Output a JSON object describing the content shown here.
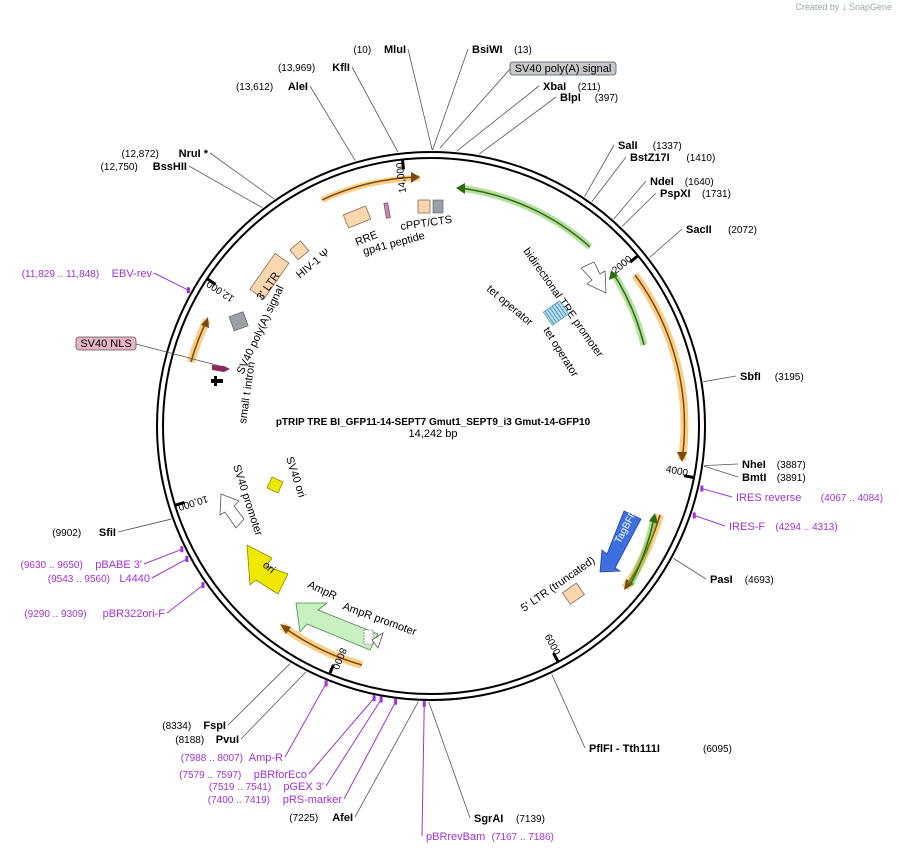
{
  "credit": {
    "prefix": "Created by",
    "brand": "SnapGene"
  },
  "map": {
    "name": "pTRIP TRE BI_GFP11-14-SEPT7 Gmut1_SEPT9_i3 Gmut-14-GFP10",
    "length_label": "14,242 bp",
    "total_bp": 14242,
    "tick_marks": [
      {
        "label": "2000",
        "pos": 2000
      },
      {
        "label": "4000",
        "pos": 4000
      },
      {
        "label": "6000",
        "pos": 6000
      },
      {
        "label": "8000",
        "pos": 8000
      },
      {
        "label": "10,000",
        "pos": 10000
      },
      {
        "label": "12,000",
        "pos": 12000
      },
      {
        "label": "14,000",
        "pos": 14000
      }
    ],
    "sites": [
      {
        "name": "MluI",
        "pos_label": "(10)",
        "pos": 10,
        "side": "left"
      },
      {
        "name": "BsiWI",
        "pos_label": "(13)",
        "pos": 13,
        "side": "right"
      },
      {
        "name": "XbaI",
        "pos_label": "(211)",
        "pos": 211,
        "side": "right"
      },
      {
        "name": "BlpI",
        "pos_label": "(397)",
        "pos": 397,
        "side": "right"
      },
      {
        "name": "SalI",
        "pos_label": "(1337)",
        "pos": 1337,
        "side": "right"
      },
      {
        "name": "BstZ17I",
        "pos_label": "(1410)",
        "pos": 1410,
        "side": "right"
      },
      {
        "name": "NdeI",
        "pos_label": "(1640)",
        "pos": 1640,
        "side": "right"
      },
      {
        "name": "PspXI",
        "pos_label": "(1731)",
        "pos": 1731,
        "side": "right"
      },
      {
        "name": "SacII",
        "pos_label": "(2072)",
        "pos": 2072,
        "side": "right"
      },
      {
        "name": "SbfI",
        "pos_label": "(3195)",
        "pos": 3195,
        "side": "right"
      },
      {
        "name": "NheI",
        "pos_label": "(3887)",
        "pos": 3887,
        "side": "right"
      },
      {
        "name": "BmtI",
        "pos_label": "(3891)",
        "pos": 3891,
        "side": "right"
      },
      {
        "name": "PasI",
        "pos_label": "(4693)",
        "pos": 4693,
        "side": "right"
      },
      {
        "name": "PflFI - Tth111I",
        "pos_label": "(6095)",
        "pos": 6095,
        "side": "right"
      },
      {
        "name": "SgrAI",
        "pos_label": "(7139)",
        "pos": 7139,
        "side": "right"
      },
      {
        "name": "AfeI",
        "pos_label": "(7225)",
        "pos": 7225,
        "side": "left"
      },
      {
        "name": "PvuI",
        "pos_label": "(8188)",
        "pos": 8188,
        "side": "left"
      },
      {
        "name": "FspI",
        "pos_label": "(8334)",
        "pos": 8334,
        "side": "left"
      },
      {
        "name": "SfiI",
        "pos_label": "(9902)",
        "pos": 9902,
        "side": "left"
      },
      {
        "name": "BssHII",
        "pos_label": "(12,750)",
        "pos": 12750,
        "side": "left"
      },
      {
        "name": "NruI *",
        "pos_label": "(12,872)",
        "pos": 12872,
        "side": "left"
      },
      {
        "name": "AleI",
        "pos_label": "(13,612)",
        "pos": 13612,
        "side": "left"
      },
      {
        "name": "KflI",
        "pos_label": "(13,969)",
        "pos": 13969,
        "side": "left"
      }
    ],
    "primers": [
      {
        "name": "IRES reverse",
        "pos_label": "(4067 .. 4084)",
        "pos": 4075,
        "side": "right"
      },
      {
        "name": "IRES-F",
        "pos_label": "(4294 .. 4313)",
        "pos": 4303,
        "side": "right"
      },
      {
        "name": "pBRrevBam",
        "pos_label": "(7167 .. 7186)",
        "pos": 7176,
        "side": "right"
      },
      {
        "name": "pRS-marker",
        "pos_label": "(7400 .. 7419)",
        "pos": 7410,
        "side": "left"
      },
      {
        "name": "pGEX 3'",
        "pos_label": "(7519 .. 7541)",
        "pos": 7530,
        "side": "left"
      },
      {
        "name": "pBRforEco",
        "pos_label": "(7579 .. 7597)",
        "pos": 7588,
        "side": "left"
      },
      {
        "name": "Amp-R",
        "pos_label": "(7988 .. 8007)",
        "pos": 7998,
        "side": "left"
      },
      {
        "name": "pBR322ori-F",
        "pos_label": "(9290 .. 9309)",
        "pos": 9300,
        "side": "left"
      },
      {
        "name": "L4440",
        "pos_label": "(9543 .. 9560)",
        "pos": 9551,
        "side": "left"
      },
      {
        "name": "pBABE 3'",
        "pos_label": "(9630 .. 9650)",
        "pos": 9640,
        "side": "left"
      },
      {
        "name": "EBV-rev",
        "pos_label": "(11,829 .. 11,848)",
        "pos": 11838,
        "side": "left"
      }
    ],
    "boxed_features": [
      {
        "name": "SV40 poly(A) signal",
        "pos": 200,
        "fill": "#c5c9cc"
      },
      {
        "name": "SV40 NLS",
        "pos": 11000,
        "fill": "#e8b4c8"
      }
    ],
    "inner_labels": [
      "bidirectional TRE promoter",
      "tet operator",
      "tet operator",
      "TagBFP",
      "5' LTR (truncated)",
      "AmpR",
      "AmpR promoter",
      "ori",
      "SV40 promoter",
      "SV40 ori",
      "small t intron",
      "SV40 poly(A) signal",
      "3' LTR",
      "HIV-1 Ψ",
      "RRE",
      "gp41 peptide",
      "cPPT/CTS"
    ],
    "colors": {
      "orange_arc": "#f5a623",
      "green_arc": "#5cb82a",
      "tagbfp": "#3d6fe0",
      "ori": "#f0e800",
      "ampr": "#c8f0c0",
      "ltr": "#fbd7b0",
      "primer": "#a033d0",
      "gray_box": "#9aa0a6"
    }
  }
}
